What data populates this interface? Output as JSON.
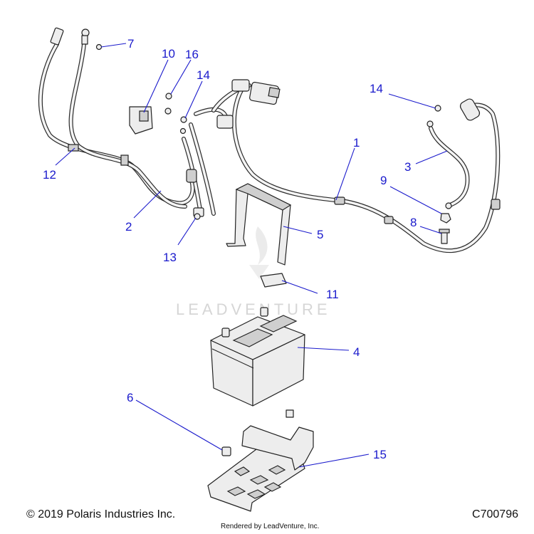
{
  "footer": {
    "copyright": "© 2019 Polaris Industries Inc.",
    "rendered_by": "Rendered by LeadVenture, Inc.",
    "diagram_code": "C700796"
  },
  "watermark": "LEADVENTURE",
  "callouts": [
    "1",
    "2",
    "3",
    "4",
    "5",
    "6",
    "7",
    "8",
    "9",
    "10",
    "11",
    "12",
    "13",
    "14",
    "14",
    "15",
    "16"
  ],
  "colors": {
    "callout": "#1a1acc",
    "line": "#222222",
    "watermark": "#d6d6d6"
  }
}
